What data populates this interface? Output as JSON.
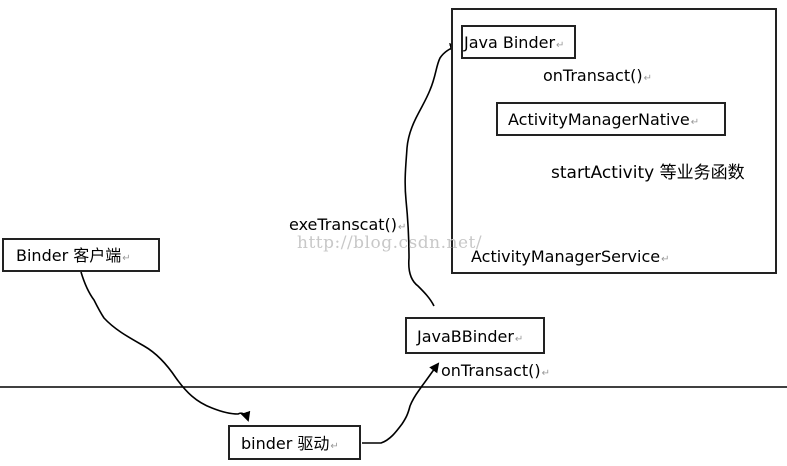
{
  "diagram": {
    "nodes": {
      "binder_client": "Binder 客户端",
      "binder_driver": "binder 驱动",
      "java_bbinder": "JavaBBinder",
      "java_binder": "Java Binder",
      "activity_manager_native": "ActivityManagerNative",
      "activity_manager_service": "ActivityManagerService"
    },
    "edge_labels": {
      "bbinder_on_transact": "onTransact()",
      "exe_transact": "exeTranscat()",
      "java_binder_on_transact": "onTransact()",
      "start_activity": "startActivity 等业务函数"
    },
    "paragraph_mark": "↵",
    "watermark": "http://blog.csdn.net/"
  },
  "colors": {
    "stroke": "#000000",
    "box_border": "#222222",
    "watermark": "#c8c8c8",
    "paragraph_mark": "#999999"
  }
}
